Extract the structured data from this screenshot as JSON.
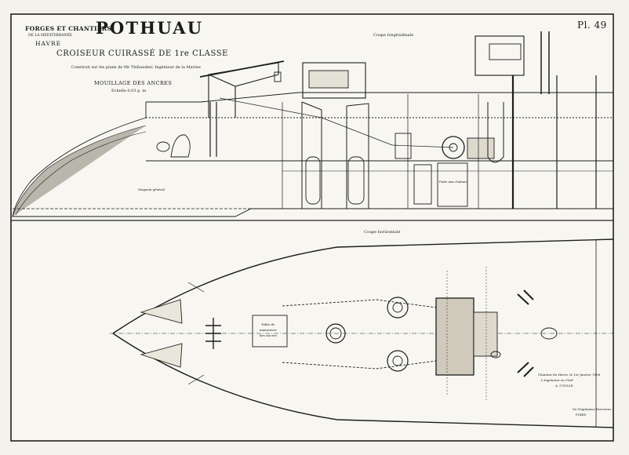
{
  "header": {
    "builder_line1": "FORGES ET CHANTIERS",
    "builder_line2": "DE LA MÉDITERRANÉE",
    "builder_line3": "HAVRE",
    "title": "POTHUAU",
    "subtitle": "CROISEUR CUIRASSÉ DE 1re CLASSE",
    "caption": "Construit sur les plans de Mr Thibaudier, Ingénieur de la Marine",
    "section_title": "MOUILLAGE DES ANCRES",
    "scale": "Echelle 0,03 p. m",
    "plate": "Pl. 49"
  },
  "views": {
    "longitudinal_label": "Coupe longitudinale",
    "horizontal_label": "Coupe horizontale"
  },
  "notes": {
    "magasin": "Magasin général",
    "puits": "Puits aux chaînes",
    "table_label1": "Table de",
    "table_label2": "manœuvre",
    "table_label3": "des ancres"
  },
  "stamp": {
    "line1": "Chantier du Havre, le 1er Janvier 1898",
    "line2": "L'Ingénieur en Chef",
    "line3": "A. COYLLE",
    "line4": "Vu l'Ingénieur Directeur",
    "line5": "FOBIS"
  }
}
